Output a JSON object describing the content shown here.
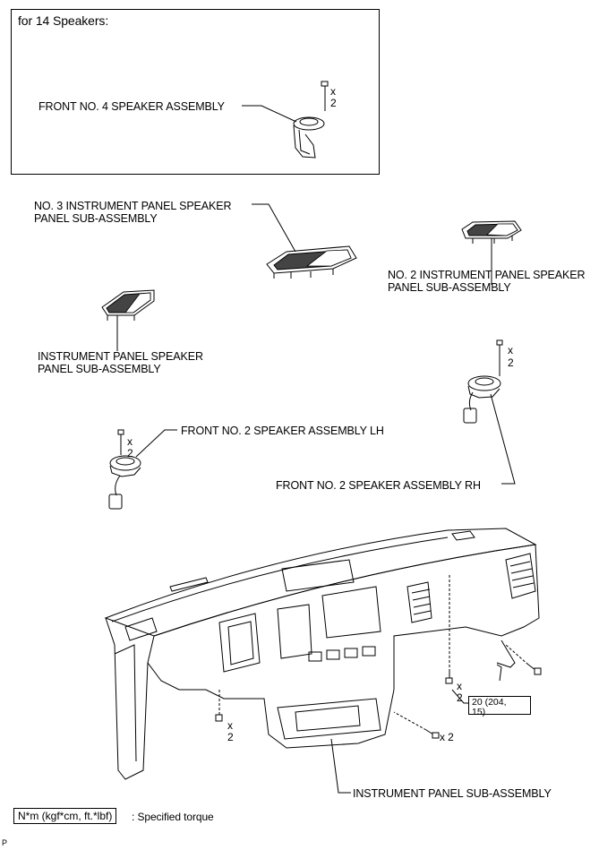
{
  "inset": {
    "title": "for 14 Speakers:"
  },
  "labels": {
    "front_no4": "FRONT NO. 4 SPEAKER ASSEMBLY",
    "no3_line1": "NO. 3 INSTRUMENT PANEL SPEAKER",
    "no3_line2": "PANEL SUB-ASSEMBLY",
    "no2_line1": "NO. 2 INSTRUMENT PANEL SPEAKER",
    "no2_line2": "PANEL SUB-ASSEMBLY",
    "ip_speaker_line1": "INSTRUMENT PANEL SPEAKER",
    "ip_speaker_line2": "PANEL SUB-ASSEMBLY",
    "front_no2_lh": "FRONT NO. 2 SPEAKER ASSEMBLY LH",
    "front_no2_rh": "FRONT NO. 2 SPEAKER ASSEMBLY RH",
    "ip_sub": "INSTRUMENT PANEL SUB-ASSEMBLY"
  },
  "quantities": {
    "x": "x",
    "two": "2",
    "x2": "x 2"
  },
  "torque": {
    "line1": "20 (204,",
    "line2": "15)"
  },
  "legend": {
    "box_text": "N*m (kgf*cm, ft.*lbf)",
    "description": ": Specified torque"
  },
  "footer": {
    "code": "P"
  }
}
